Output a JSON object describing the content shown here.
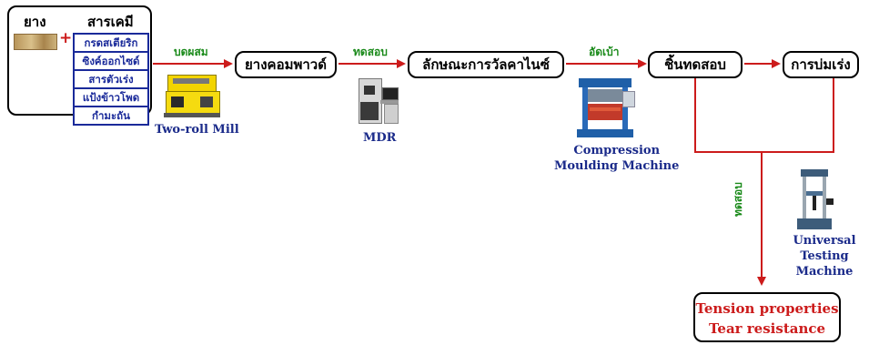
{
  "inputs": {
    "rubber_label": "ยาง",
    "chemicals_label": "สารเคมี",
    "plus": "+",
    "chemicals": [
      "กรดสเตียริก",
      "ซิงค์ออกไซด์",
      "สารตัวเร่ง",
      "แป้งข้าวโพด",
      "กำมะถัน"
    ]
  },
  "steps": {
    "compound": "ยางคอมพาวด์",
    "cure_char": "ลักษณะการวัลคาไนซ์",
    "specimen": "ชิ้นทดสอบ",
    "aging": "การบ่มเร่ง",
    "results": [
      "Tension properties",
      "Tear resistance"
    ]
  },
  "arrow_labels": {
    "mix": "บดผสม",
    "test1": "ทดสอบ",
    "press": "อัดเบ้า",
    "test2": "ทดสอบ"
  },
  "machines": {
    "two_roll": "Two-roll Mill",
    "mdr": "MDR",
    "compression": [
      "Compression",
      "Moulding Machine"
    ],
    "utm": [
      "Universal",
      "Testing Machine"
    ]
  },
  "colors": {
    "arrow": "#cc1b1b",
    "arrow_label": "#1a8a1a",
    "machine_label": "#1a2a8a",
    "result_text": "#cc1b1b"
  }
}
